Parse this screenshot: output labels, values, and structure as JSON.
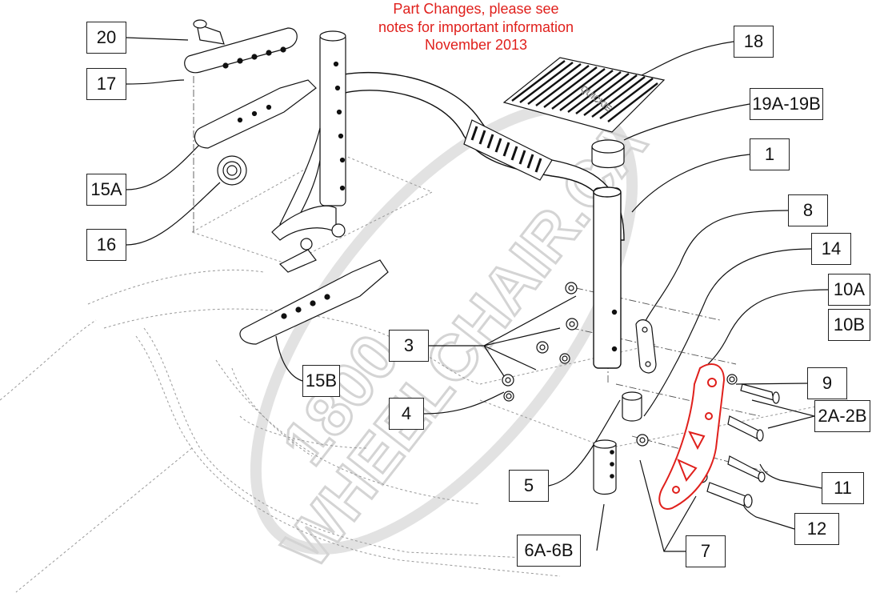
{
  "notice": {
    "line1": "Part Changes, please see",
    "line2": "notes for important information",
    "line3": "November 2013",
    "color": "#e0201c"
  },
  "watermark": {
    "line1": "1800",
    "line2": "WHEELCHAIR.CA"
  },
  "callouts": [
    {
      "id": "20",
      "label": "20"
    },
    {
      "id": "17",
      "label": "17"
    },
    {
      "id": "15A",
      "label": "15A"
    },
    {
      "id": "16",
      "label": "16"
    },
    {
      "id": "15B",
      "label": "15B"
    },
    {
      "id": "18",
      "label": "18"
    },
    {
      "id": "19",
      "label": "19A-19B"
    },
    {
      "id": "1",
      "label": "1"
    },
    {
      "id": "8",
      "label": "8"
    },
    {
      "id": "14",
      "label": "14"
    },
    {
      "id": "10A",
      "label": "10A"
    },
    {
      "id": "10B",
      "label": "10B"
    },
    {
      "id": "9",
      "label": "9"
    },
    {
      "id": "2",
      "label": "2A-2B"
    },
    {
      "id": "3",
      "label": "3"
    },
    {
      "id": "4",
      "label": "4"
    },
    {
      "id": "11",
      "label": "11"
    },
    {
      "id": "5",
      "label": "5"
    },
    {
      "id": "12",
      "label": "12"
    },
    {
      "id": "6",
      "label": "6A-6B"
    },
    {
      "id": "7",
      "label": "7"
    }
  ],
  "footplate_brand": "QUICKIE",
  "highlight_color": "#e0201c"
}
